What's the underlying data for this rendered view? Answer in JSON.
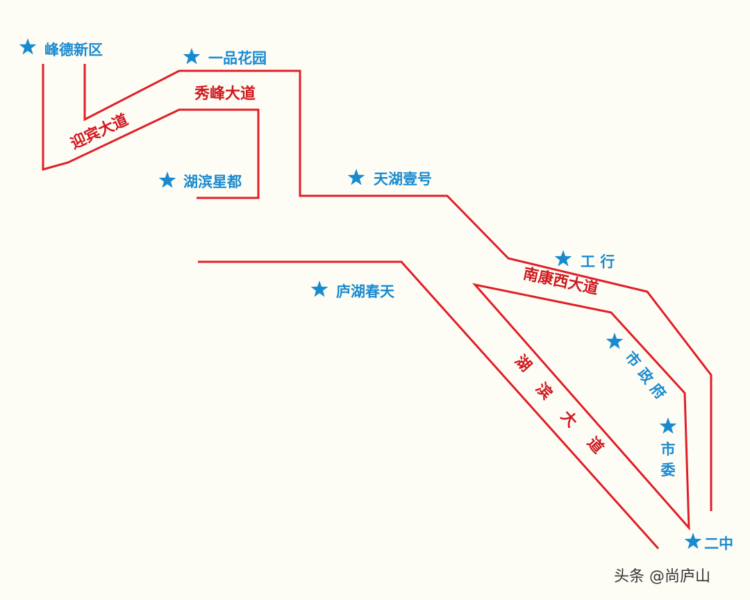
{
  "map": {
    "roads": {
      "yingbin": "迎宾大道",
      "xiufeng": "秀峰大道",
      "nankang": "南康西大道",
      "hubin": [
        "湖",
        "滨",
        "大",
        "道"
      ]
    },
    "places": {
      "fengde": "峰德新区",
      "yipin": "一品花园",
      "hubin_xingdu": "湖滨星都",
      "tianhu": "天湖壹号",
      "gonghang": "工 行",
      "luhu": "庐湖春天",
      "shizhengfu": [
        "市",
        "政",
        "府"
      ],
      "shiwei": [
        "市",
        "委"
      ],
      "erzhong": "二中"
    },
    "colors": {
      "road": "#e01e26",
      "road_label": "#d0171f",
      "place": "#1a8ad0"
    }
  },
  "watermark": "头条 @尚庐山"
}
